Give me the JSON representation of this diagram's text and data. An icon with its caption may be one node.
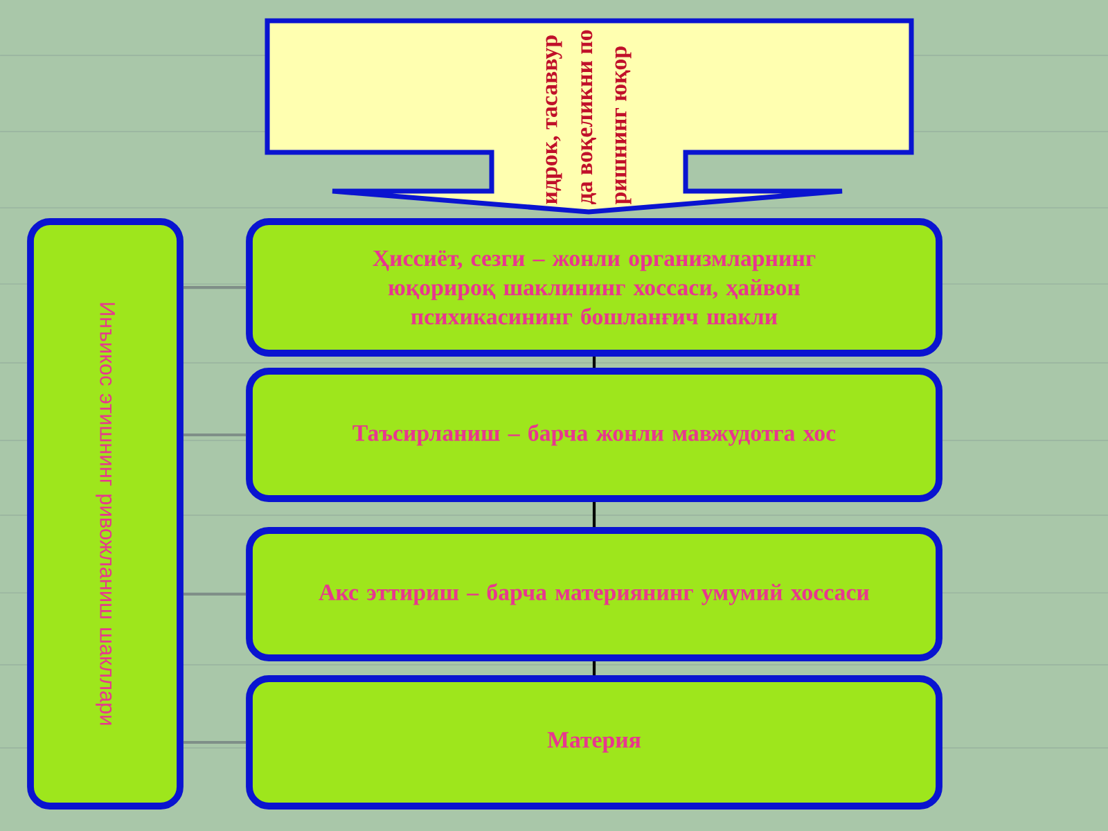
{
  "diagram": {
    "nodes": [
      {
        "text": [
          "идрок, тасаввур",
          "да воқеликни по",
          "ришнинг юқор"
        ]
      },
      {
        "text": [
          "Ҳиссиёт, сезги – жонли организмларнинг юқорироқ шаклининг хоссаси, ҳайвон психикасининг бошланғич шакли"
        ]
      },
      {
        "text": [
          "Таъсирланиш – барча жонли мавжудотга хос"
        ]
      },
      {
        "text": [
          "Акс эттириш – барча материянинг умумий хоссаси"
        ]
      },
      {
        "text": [
          "Материя"
        ]
      },
      {
        "text": [
          "Инъикос этишнинг ривожланиш шакллари"
        ]
      }
    ],
    "edges": [
      {
        "from": 5,
        "to": 1,
        "arrow": "none"
      },
      {
        "from": 5,
        "to": 2,
        "arrow": "none"
      },
      {
        "from": 5,
        "to": 3,
        "arrow": "none"
      },
      {
        "from": 5,
        "to": 4,
        "arrow": "none"
      },
      {
        "from": 1,
        "to": 2,
        "arrow": "none",
        "color": "#000000"
      },
      {
        "from": 2,
        "to": 3,
        "arrow": "none",
        "color": "#000000"
      },
      {
        "from": 3,
        "to": 4,
        "arrow": "none",
        "color": "#000000"
      }
    ]
  }
}
